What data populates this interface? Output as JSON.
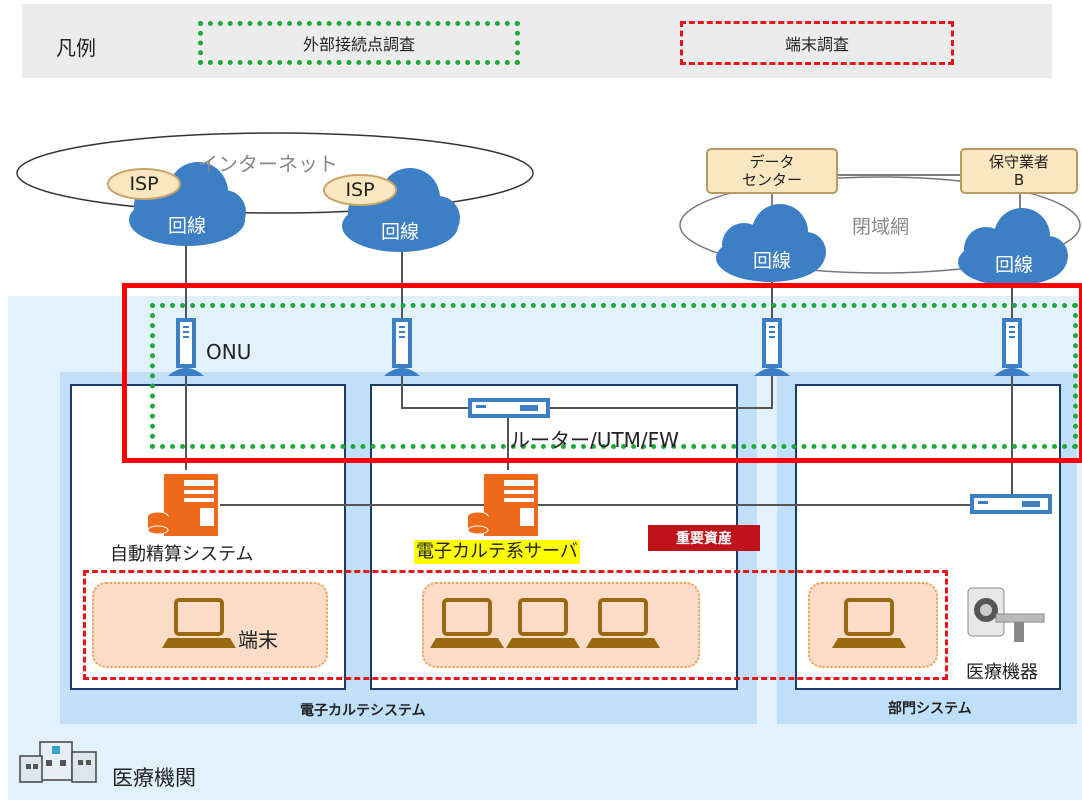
{
  "legend": {
    "title": "凡例",
    "external_survey": "外部接続点調査",
    "terminal_survey": "端末調査"
  },
  "networks": {
    "internet": "インターネット",
    "closed_network": "閉域網"
  },
  "clouds": {
    "line1": "回線",
    "line2": "回線",
    "line3": "回線",
    "line4": "回線"
  },
  "isp": {
    "isp1": "ISP",
    "isp2": "ISP"
  },
  "remote_sites": {
    "data_center_line1": "データ",
    "data_center_line2": "センター",
    "maintenance_line1": "保守業者",
    "maintenance_line2": "B"
  },
  "devices": {
    "onu": "ONU",
    "router": "ルーター/UTM/FW",
    "auto_payment": "自動精算システム",
    "ehr_server": "電子カルテ系サーバ",
    "important_asset": "重要資産",
    "terminal": "端末",
    "medical_equipment": "医療機器"
  },
  "systems": {
    "ehr_system": "電子カルテシステム",
    "department_system": "部門システム",
    "institution": "医療機関"
  },
  "colors": {
    "green": "#1fa83b",
    "red": "#e8161b",
    "cloud": "#3d7fc4",
    "server": "#ee6a1b",
    "navy": "#1c3b66",
    "important": "#c0121a"
  }
}
